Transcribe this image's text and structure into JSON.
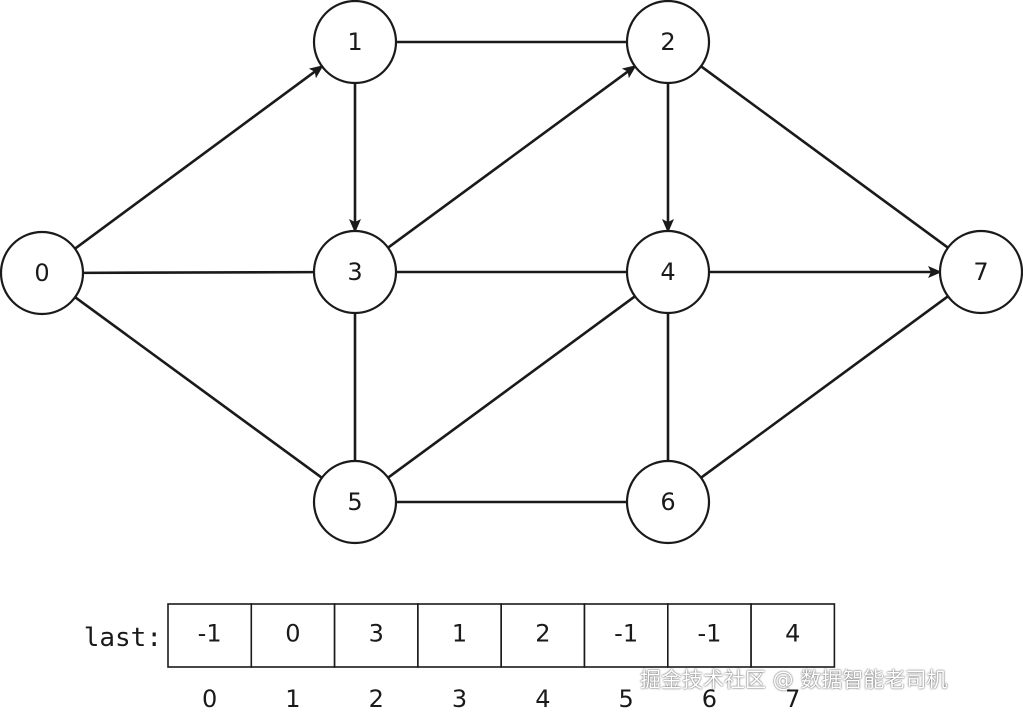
{
  "graph": {
    "nodes": [
      {
        "id": "0",
        "label": "0"
      },
      {
        "id": "1",
        "label": "1"
      },
      {
        "id": "2",
        "label": "2"
      },
      {
        "id": "3",
        "label": "3"
      },
      {
        "id": "4",
        "label": "4"
      },
      {
        "id": "5",
        "label": "5"
      },
      {
        "id": "6",
        "label": "6"
      },
      {
        "id": "7",
        "label": "7"
      }
    ],
    "edges": [
      {
        "from": "0",
        "to": "1",
        "directed": true
      },
      {
        "from": "1",
        "to": "3",
        "directed": true
      },
      {
        "from": "3",
        "to": "2",
        "directed": true
      },
      {
        "from": "2",
        "to": "4",
        "directed": true
      },
      {
        "from": "4",
        "to": "7",
        "directed": true
      },
      {
        "from": "1",
        "to": "2",
        "directed": false
      },
      {
        "from": "0",
        "to": "3",
        "directed": false
      },
      {
        "from": "0",
        "to": "5",
        "directed": false
      },
      {
        "from": "3",
        "to": "4",
        "directed": false
      },
      {
        "from": "3",
        "to": "5",
        "directed": false
      },
      {
        "from": "2",
        "to": "7",
        "directed": false
      },
      {
        "from": "5",
        "to": "4",
        "directed": false
      },
      {
        "from": "4",
        "to": "6",
        "directed": false
      },
      {
        "from": "5",
        "to": "6",
        "directed": false
      },
      {
        "from": "6",
        "to": "7",
        "directed": false
      }
    ]
  },
  "array": {
    "label": "last:",
    "values": [
      "-1",
      "0",
      "3",
      "1",
      "2",
      "-1",
      "-1",
      "4"
    ],
    "indices": [
      "0",
      "1",
      "2",
      "3",
      "4",
      "5",
      "6",
      "7"
    ]
  },
  "watermark": "掘金技术社区 @ 数据智能老司机"
}
